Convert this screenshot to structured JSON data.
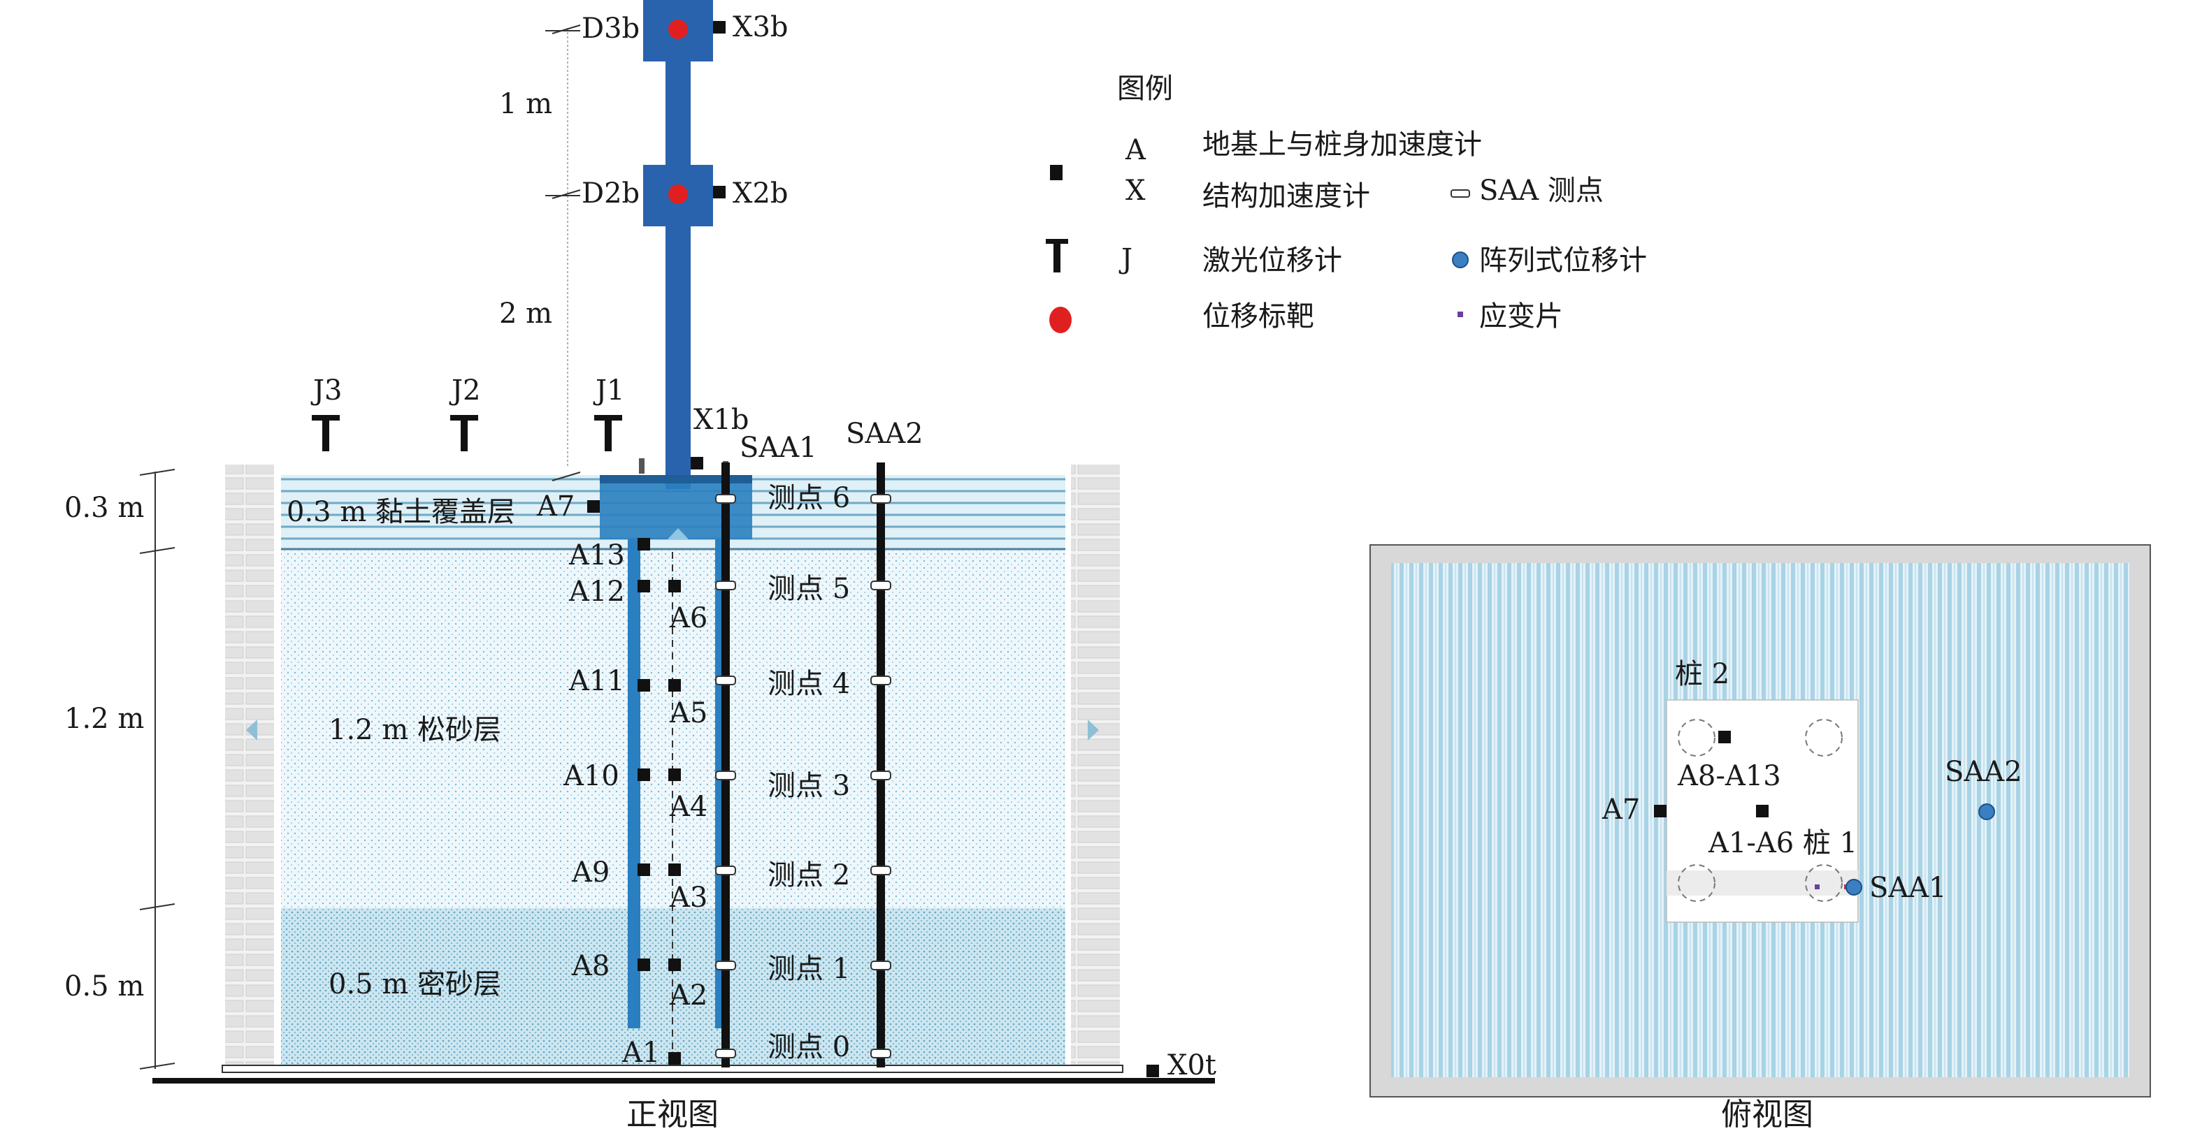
{
  "front_view": {
    "caption": "正视图",
    "dims": {
      "d1": "1 m",
      "d2": "2 m",
      "h1": "0.3 m",
      "h2": "1.2 m",
      "h3": "0.5 m"
    },
    "layers": {
      "clay": "0.3 m 黏土覆盖层",
      "loose": "1.2 m 松砂层",
      "dense": "0.5 m 密砂层"
    },
    "lasers": {
      "j3": "J3",
      "j2": "J2",
      "j1": "J1"
    },
    "targets": {
      "d3b": "D3b",
      "d2b": "D2b"
    },
    "struct_acc": {
      "x3b": "X3b",
      "x2b": "X2b",
      "x1b": "X1b",
      "x0t": "X0t"
    },
    "saa": {
      "saa1": "SAA1",
      "saa2": "SAA2"
    },
    "points": [
      "测点 6",
      "测点 5",
      "测点 4",
      "测点 3",
      "测点 2",
      "测点 1",
      "测点 0"
    ],
    "acc_left": {
      "a7": "A7",
      "a13": "A13",
      "a12": "A12",
      "a11": "A11",
      "a10": "A10",
      "a9": "A9",
      "a8": "A8",
      "a1": "A1"
    },
    "acc_right": {
      "a6": "A6",
      "a5": "A5",
      "a4": "A4",
      "a3": "A3",
      "a2": "A2"
    }
  },
  "legend": {
    "title": "图例",
    "a_letter": "A",
    "x_letter": "X",
    "j_letter": "J",
    "acc_ground": "地基上与桩身加速度计",
    "acc_struct": "结构加速度计",
    "saa_point": "SAA 测点",
    "laser": "激光位移计",
    "array": "阵列式位移计",
    "target": "位移标靶",
    "strain": "应变片"
  },
  "top_view": {
    "caption": "俯视图",
    "pile2": "桩 2",
    "a8a13": "A8-A13",
    "a7": "A7",
    "a1a6": "A1-A6 桩 1",
    "saa1": "SAA1",
    "saa2": "SAA2"
  },
  "colors": {
    "pile": "#2a63ad",
    "target": "#e02020",
    "clay_bg": "#dff0f6",
    "sand_bg": "#eef7fb",
    "dense_bg": "#cce6f0",
    "top_stripe": "#a9d3e6"
  }
}
